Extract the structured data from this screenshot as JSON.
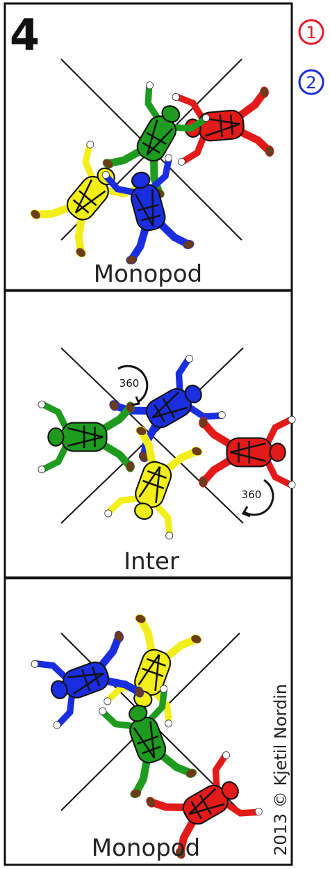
{
  "header": {
    "number": "4",
    "marker_1": {
      "text": "①",
      "color": "#e8142b"
    },
    "marker_2": {
      "text": "②",
      "color": "#1b2bd6"
    }
  },
  "panels": [
    {
      "label": "Monopod"
    },
    {
      "label": "Inter",
      "rotation_1": "360",
      "rotation_2": "360"
    },
    {
      "label": "Monopod"
    }
  ],
  "credit": "2013 © Kjetil Nordin",
  "colors": {
    "red": "#e31a1a",
    "blue": "#1a2ee0",
    "green": "#1f9b1f",
    "yellow": "#f2ee1a",
    "limb_tip": "#6b3b1a",
    "frame": "#111111"
  }
}
